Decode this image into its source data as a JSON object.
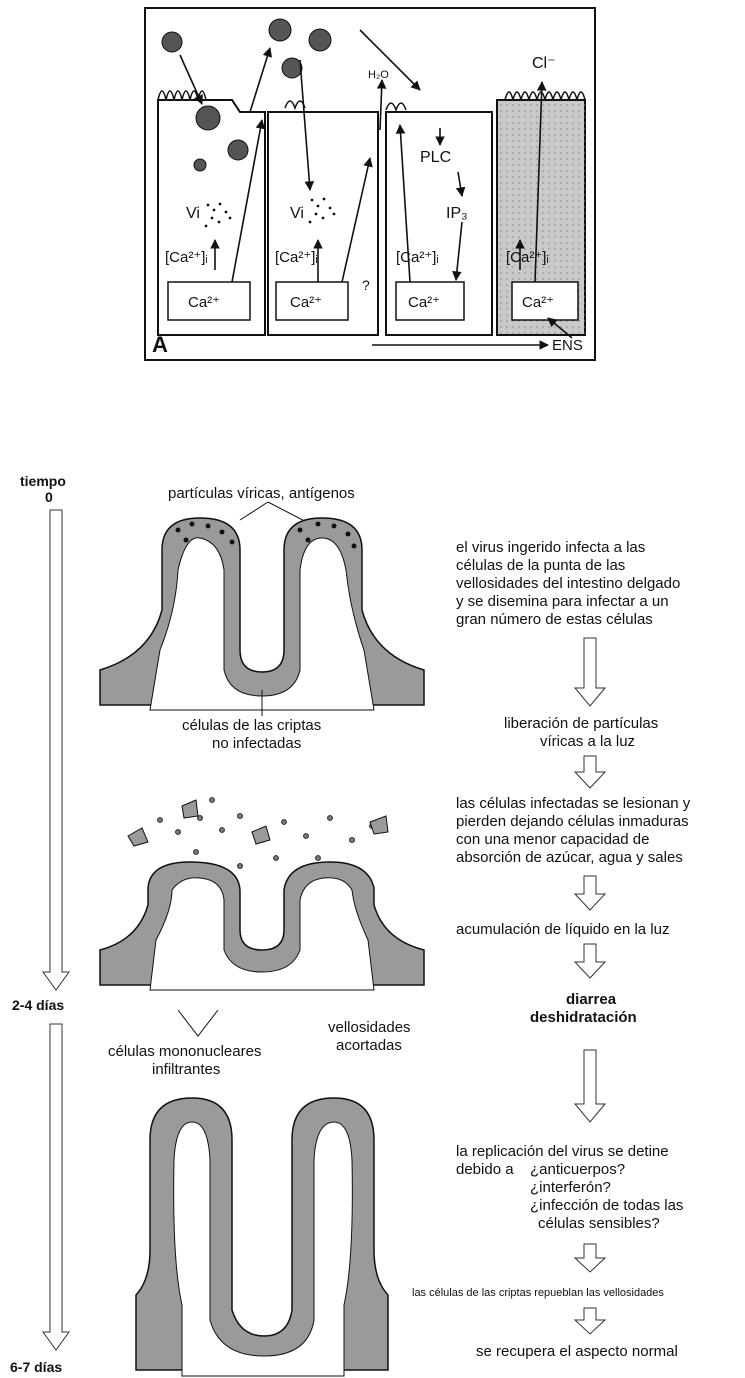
{
  "panel_a": {
    "panel_label": "A",
    "cl": "Cl⁻",
    "h2o": "H₂O",
    "plc": "PLC",
    "ip3": "IP₃",
    "vi": "Vi",
    "ca_i": "[Ca²⁺]ᵢ",
    "ca": "Ca²⁺",
    "question": "?",
    "ens": "ENS"
  },
  "timeline": {
    "start": "tiempo",
    "start_value": "0",
    "mid": "2-4 días",
    "end": "6-7 días"
  },
  "labels": {
    "particles": "partículas víricas, antígenos",
    "crypt_1": "células de las criptas",
    "crypt_2": "no infectadas",
    "mono_1": "células mononucleares",
    "mono_2": "infiltrantes",
    "villi_1": "vellosidades",
    "villi_2": "acortadas"
  },
  "steps": {
    "s1": [
      "el virus ingerido infecta a las",
      "células de la punta de las",
      "vellosidades del intestino delgado",
      "y se disemina para infectar a un",
      "gran número de estas células"
    ],
    "s2": [
      "liberación de partículas",
      "víricas a la luz"
    ],
    "s3": [
      "las células infectadas se lesionan y",
      "pierden dejando células inmaduras",
      "con una menor capacidad de",
      "absorción de azúcar, agua y sales"
    ],
    "s4": "acumulación de líquido en la luz",
    "s5_1": "diarrea",
    "s5_2": "deshidratación",
    "s6_1": "la replicación del virus se detine",
    "s6_2": "debido a",
    "s6_q": [
      "¿anticuerpos?",
      "¿interferón?",
      "¿infección de todas las",
      "células sensibles?"
    ],
    "s7": "las células de las criptas repueblan las vellosidades",
    "s8": "se recupera el aspecto normal"
  }
}
